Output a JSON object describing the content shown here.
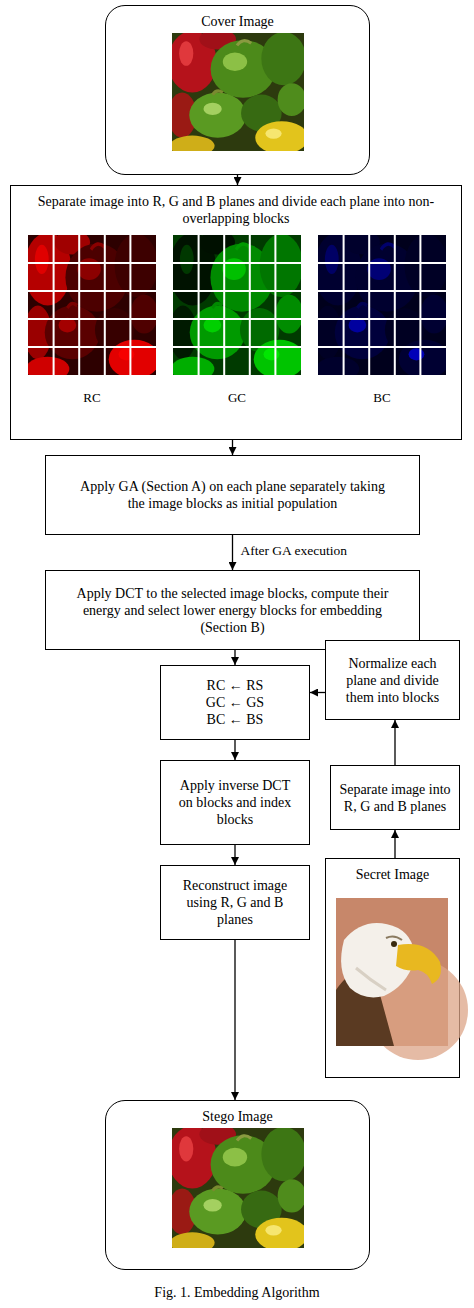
{
  "diagram": {
    "caption": "Fig. 1. Embedding Algorithm",
    "nodes": [
      {
        "text": [
          "Cover Image"
        ]
      },
      {
        "text": [
          "Separate image into R, G and B planes and divide each plane into non-overlapping blocks"
        ]
      },
      {
        "text": [
          "Apply GA (Section A) on each plane separately taking the image blocks as initial population"
        ]
      },
      {
        "text": [
          "Apply DCT to the selected image blocks, compute their energy and select lower energy blocks for embedding (Section B)"
        ]
      },
      {
        "text": [
          "RC ← RS GC ← GS BC ← BS"
        ]
      },
      {
        "text": [
          "Normalize each plane and divide them into blocks"
        ]
      },
      {
        "text": [
          "Apply inverse DCT on blocks and index blocks"
        ]
      },
      {
        "text": [
          "Separate image into R, G and B planes"
        ]
      },
      {
        "text": [
          "Reconstruct image using R, G and B planes"
        ]
      },
      {
        "text": [
          "Secret Image"
        ]
      },
      {
        "text": [
          "Stego Image"
        ]
      }
    ],
    "edges": [
      {
        "from": 0,
        "to": 1,
        "arrow": "to"
      },
      {
        "from": 1,
        "to": 2,
        "arrow": "to"
      },
      {
        "from": 2,
        "to": 3,
        "label": "After GA execution",
        "arrow": "to"
      },
      {
        "from": 3,
        "to": 4,
        "arrow": "to"
      },
      {
        "from": 5,
        "to": 4,
        "arrow": "to"
      },
      {
        "from": 4,
        "to": 6,
        "arrow": "to"
      },
      {
        "from": 6,
        "to": 8,
        "arrow": "to"
      },
      {
        "from": 8,
        "to": 10,
        "arrow": "to"
      },
      {
        "from": 9,
        "to": 7,
        "arrow": "to"
      },
      {
        "from": 7,
        "to": 5,
        "arrow": "to"
      }
    ],
    "labels": [
      "RC",
      "GC",
      "BC"
    ]
  }
}
